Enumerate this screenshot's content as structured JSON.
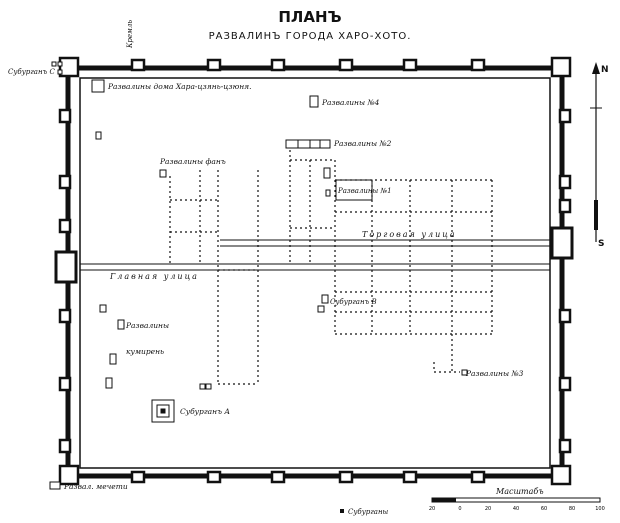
{
  "title": "ПЛАНЪ",
  "subtitle": "РАЗВАЛИНЪ ГОРОДА ХАРО-ХОТО.",
  "labels": {
    "kreml": "Кремль",
    "suburgan_c": "Субурганъ С",
    "ruins_house": "Развалины дома Хара-цзянь-цзюня.",
    "ruins_4": "Развалины №4",
    "ruins_2": "Развалины №2",
    "ruins_fans": "Развалины фанъ",
    "ruins_1": "Развалины №1",
    "trade_street": "Торговая улица",
    "main_street": "Главная улица",
    "suburgan_b": "Субурганъ В",
    "ruins_kumiren_1": "Развалины",
    "ruins_kumiren_2": "кумирень",
    "ruins_3": "Развалины №3",
    "suburgan_a": "Субурганъ А",
    "legend_mosque": "Развал. мечети",
    "legend_suburgans": "Субурганы",
    "scale": "Масштабъ",
    "north": "N",
    "south": "S"
  },
  "scale_ticks": [
    "20",
    "0",
    "20",
    "40",
    "60",
    "80",
    "100"
  ]
}
